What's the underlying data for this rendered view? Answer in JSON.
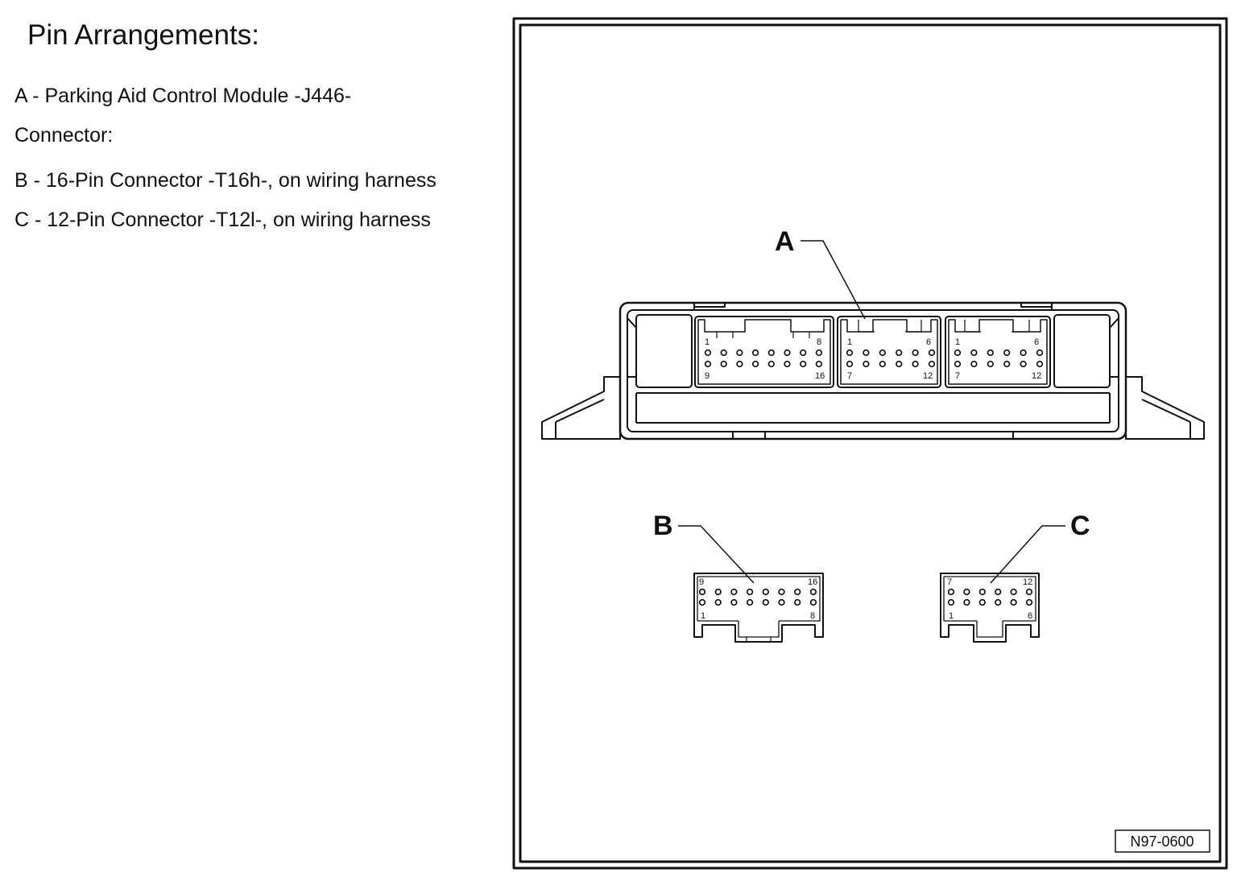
{
  "title": "Pin Arrangements:",
  "legend": {
    "a": "A - Parking Aid Control Module -J446-",
    "connector_heading": "Connector:",
    "b": "B - 16-Pin Connector -T16h-, on wiring harness",
    "c": "C - 12-Pin Connector -T12l-, on wiring harness"
  },
  "figure": {
    "callouts": {
      "a": "A",
      "b": "B",
      "c": "C"
    },
    "module_sockets": [
      {
        "pin_labels": [
          "1",
          "8",
          "9",
          "16"
        ]
      },
      {
        "pin_labels": [
          "1",
          "6",
          "7",
          "12"
        ]
      },
      {
        "pin_labels": [
          "1",
          "6",
          "7",
          "12"
        ]
      }
    ],
    "connector_b": {
      "pin_labels": [
        "9",
        "16",
        "1",
        "8"
      ]
    },
    "connector_c": {
      "pin_labels": [
        "7",
        "12",
        "1",
        "6"
      ]
    },
    "figure_code": "N97-0600"
  }
}
